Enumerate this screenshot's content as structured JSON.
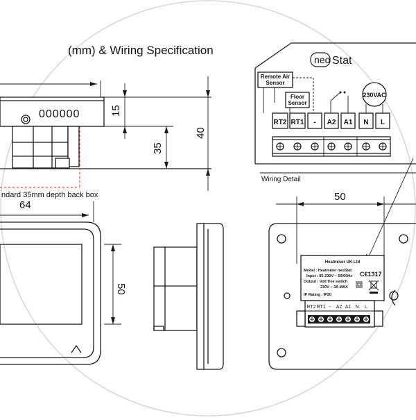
{
  "title": "(mm) & Wiring Specification",
  "top_view": {
    "display_digits": "000000",
    "dim_15": "15",
    "dim_35": "35",
    "dim_40": "40",
    "note": "ndard 35mm depth back box"
  },
  "wiring": {
    "brand_neo": "neo",
    "brand_stat": "Stat",
    "remote_air_line1": "Remote Air",
    "remote_air_line2": "Sensor",
    "floor_line1": "Floor",
    "floor_line2": "Sensor",
    "supply": "230VAC",
    "terminals": [
      "RT2",
      "RT1",
      "-",
      "A2",
      "A1",
      "N",
      "L"
    ],
    "section_label": "Wiring Detail"
  },
  "front_view": {
    "dim_64": "64",
    "dim_50": "50",
    "up_glyph": "^"
  },
  "back_view": {
    "dim_50_top": "50",
    "label": {
      "company": "Heatmiser UK Ltd",
      "model": "Model : Heatmiser neoStat",
      "input": "Input : 85-230V ~ 50/60Hz",
      "output": "Output : Volt free switch",
      "output2": "230V ~ 3A MAX",
      "ip": "IP Rating : IP20",
      "ce": "C€1317"
    },
    "terminals": [
      "RT2",
      "RT1",
      "-",
      "A2",
      "A1",
      "N",
      "L"
    ]
  },
  "colors": {
    "line": "#1a1a1a",
    "guide_red": "#d9262c",
    "frame_grey": "#d7d7d7"
  }
}
